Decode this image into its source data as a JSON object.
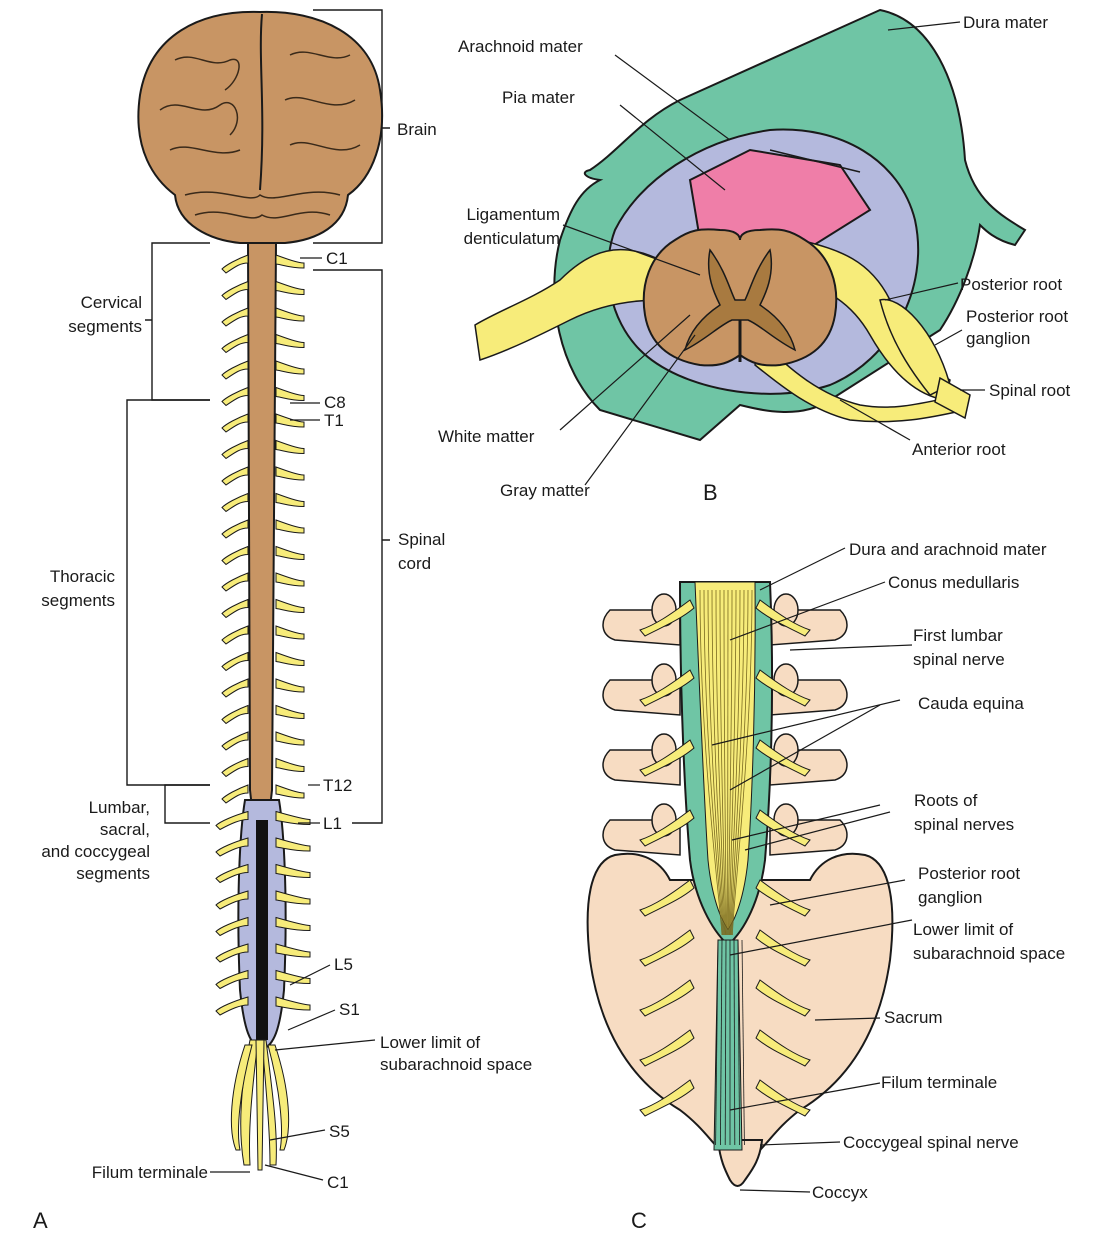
{
  "colors": {
    "brain": "#c89564",
    "cord": "#c89564",
    "nerve": "#f7ec7a",
    "dura": "#6fc5a5",
    "arachnoid": "#b4b9dd",
    "pia": "#ef7ea8",
    "bone": "#f7dcc2",
    "outline": "#1a1a1a"
  },
  "panels": {
    "a": {
      "letter": "A",
      "brain": "Brain",
      "spinal_cord": [
        "Spinal",
        "cord"
      ],
      "cervical": [
        "Cervical",
        "segments"
      ],
      "thoracic": [
        "Thoracic",
        "segments"
      ],
      "lumbar": [
        "Lumbar,",
        "sacral,",
        "and coccygeal",
        "segments"
      ],
      "levels": {
        "c1_top": "C1",
        "c8": "C8",
        "t1": "T1",
        "t12": "T12",
        "l1": "L1",
        "l5": "L5",
        "s1": "S1",
        "s5": "S5",
        "c1_bottom": "C1"
      },
      "lower_limit": [
        "Lower limit of",
        "subarachnoid space"
      ],
      "filum": "Filum terminale"
    },
    "b": {
      "letter": "B",
      "dura": "Dura mater",
      "arachnoid": "Arachnoid mater",
      "pia": "Pia mater",
      "ligamentum": [
        "Ligamentum",
        "denticulatum"
      ],
      "posterior_root": "Posterior root",
      "posterior_root_ganglion": [
        "Posterior root",
        "ganglion"
      ],
      "spinal_root": "Spinal root",
      "anterior_root": "Anterior root",
      "white_matter": "White matter",
      "gray_matter": "Gray matter"
    },
    "c": {
      "letter": "C",
      "dura_arachnoid": "Dura and arachnoid mater",
      "conus": "Conus medullaris",
      "first_lumbar": [
        "First lumbar",
        "spinal nerve"
      ],
      "cauda": "Cauda equina",
      "roots": [
        "Roots of",
        "spinal nerves"
      ],
      "ganglion": [
        "Posterior root",
        "ganglion"
      ],
      "lower_limit": [
        "Lower limit of",
        "subarachnoid space"
      ],
      "sacrum": "Sacrum",
      "filum": "Filum terminale",
      "coccygeal_nerve": "Coccygeal spinal nerve",
      "coccyx": "Coccyx"
    }
  }
}
